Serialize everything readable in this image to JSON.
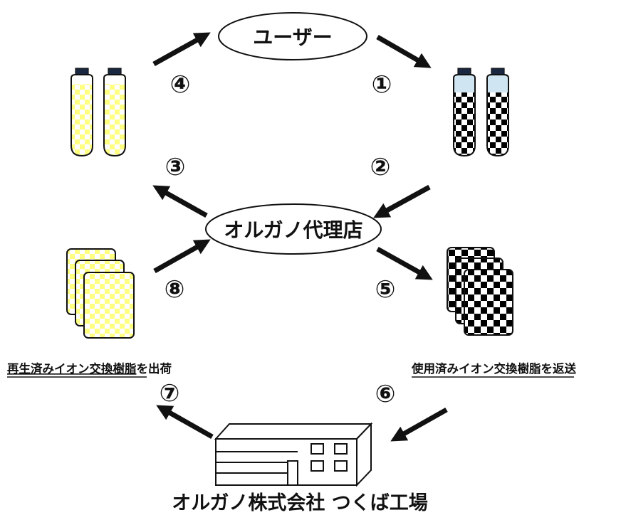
{
  "nodes": {
    "user_label": "ユーザー",
    "agent_label": "オルガノ代理店",
    "factory_label": "オルガノ株式会社 つくば工場"
  },
  "steps": [
    "①",
    "②",
    "③",
    "④",
    "⑤",
    "⑥",
    "⑦",
    "⑧"
  ],
  "captions": {
    "left_underlined": "再生済みイオン交換樹脂",
    "left_suffix": "を出荷",
    "right_underlined": "使用済みイオン交換樹脂",
    "right_suffix": "を返送"
  },
  "colors": {
    "regenerated_fill": "#ffff80",
    "regenerated_check": "#ffffff",
    "used_fill": "#000000",
    "used_check": "#ffffff",
    "bottle_cap": "#1a2740",
    "bottle_top_water": "#cfe6f2",
    "line": "#111111"
  },
  "icons": {
    "regenerated_bottles": "regenerated-resin-bottles-icon",
    "used_bottles": "used-resin-bottles-icon",
    "regenerated_bags": "regenerated-resin-bags-icon",
    "used_bags": "used-resin-bags-icon",
    "factory": "factory-building-icon"
  }
}
